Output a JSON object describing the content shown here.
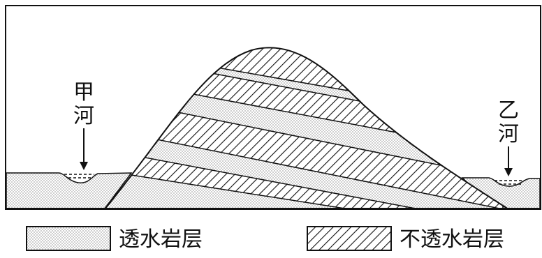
{
  "labels": {
    "river_a_line1": "甲",
    "river_a_line2": "河",
    "river_b_line1": "乙",
    "river_b_line2": "河"
  },
  "legend": {
    "permeable_label": "透水岩层",
    "impermeable_label": "不透水岩层"
  },
  "colors": {
    "stroke": "#111111",
    "dot": "#6b6b6b",
    "hatch": "#111111",
    "background": "#ffffff"
  },
  "icons": {
    "permeable_swatch": "dotted-pattern",
    "impermeable_swatch": "diagonal-hatch-pattern",
    "river_marker": "down-arrow"
  }
}
